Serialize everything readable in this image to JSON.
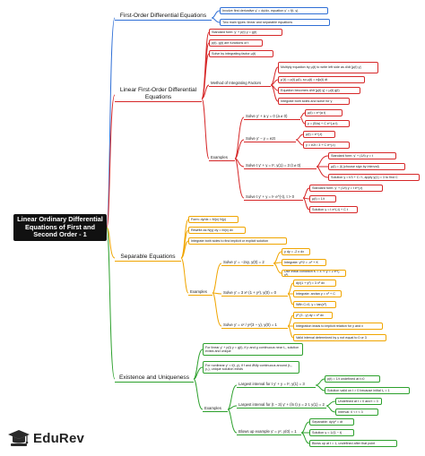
{
  "root": "Linear Ordinary Differential Equations of First and Second Order - 1",
  "brand": "EduRev",
  "colors": {
    "red": "#d62728",
    "blue": "#2f6fd6",
    "orange": "#f0a500",
    "green": "#2ca02c"
  },
  "first_order": {
    "title": "First-Order Differential Equations",
    "items": [
      "Involve first derivative y' = dy/dx, equation y' = f(t, y)",
      "Two main types: linear and separable equations"
    ]
  },
  "linear": {
    "title": "Linear First-Order Differential Equations",
    "items": [
      "Standard form: y' + p(t) y = g(t)",
      "p(t), g(t) are functions of t",
      "Solve by integrating factor μ(t)"
    ],
    "method": {
      "label": "Method of Integrating Factors",
      "steps": [
        "Multiply equation by μ(t) to write left side as d/dt [μ(t) y]",
        "μ'(t) = p(t) μ(t), so μ(t) = e∫p(t) dt",
        "Equation becomes d/dt [μ(t) y] = μ(t) g(t)",
        "Integrate both sides and solve for y"
      ]
    },
    "examples_label": "Examples",
    "examples": [
      {
        "label": "Solve y' + a y = 0 (a ≠ 0)",
        "items": [
          "μ(t) = e^(a t)",
          "y = (B/a) + C e^(-a t)"
        ]
      },
      {
        "label": "Solve y' − y = e2t",
        "items": [
          "μ(t) = e^(-t)",
          "y = e2t / 3 + C e^(-t)"
        ]
      },
      {
        "label": "Solve t y' + y = t², y(1) = 3 (t ≠ 0)",
        "items": [
          "Standard form: y' + (1/t) y = t",
          "μ(t) = |t| (choose sign by interval)",
          "Solution y = t/3 + C / t, apply y(1) = 3 to find C"
        ]
      },
      {
        "label": "Solve t y' + y = tⁿ e^(-t), t > 0",
        "items": [
          "Standard form: y' + (1/t) y = t e^(-t)",
          "μ(t) = 1/t",
          "Solution y = t e^(-t) + C t"
        ]
      }
    ]
  },
  "separable": {
    "title": "Separable Equations",
    "items": [
      "Form: dy/dx = M(x) N(y)",
      "Rewrite as N(y) dy = M(x) dx",
      "Integrate both sides to find implicit or explicit solution"
    ],
    "examples_label": "Examples",
    "examples": [
      {
        "label": "Solve y' = −2xy, y(0) = 2",
        "items": [
          "y dy = -2 x dx",
          "Integrate: y²/2 = -x² + K",
          "Use initial condition K = 4 ⇒ y = 2 e^(-x²)"
        ]
      },
      {
        "label": "Solve y' = 3 x² (1 + y²), y(0) = 0",
        "items": [
          "dy/(1 + y²) = 3 x² dx",
          "Integrate: arctan y = x³ + C",
          "With C=0, y = tan(x³)"
        ]
      },
      {
        "label": "Solve y' = x² / y²(3 − y), y(0) = 1",
        "items": [
          "y² (3 - y) dy = x² dx",
          "Integration leads to implicit relation for y and x",
          "Valid interval determined by y not equal to 0 or 3"
        ]
      }
    ]
  },
  "existence": {
    "title": "Existence and Uniqueness",
    "items": [
      "For linear y' + p(t) y = g(t), if p and g continuous near t₀, solution exists and unique",
      "For nonlinear y' = f(t, y), if f and ∂f/∂y continuous around (t₀, y₀), unique solution exists"
    ],
    "examples_label": "Examples",
    "examples": [
      {
        "label": "Largest interval for t y' + y = t², y(1) = 3",
        "items": [
          "p(t) = 1/t undefined at t=0",
          "Solution valid on t > 0 because initial t₀ = 1"
        ]
      },
      {
        "label": "Largest interval for (t − 3) y' + (ln t) y = 2 t, y(1) = 2",
        "items": [
          "Undefined at t = 0 and t = 3",
          "Interval: 0 < t < 3"
        ]
      },
      {
        "label": "Blows up example y' = y², y(0) = 1",
        "items": [
          "Separable: dy/y² = dt",
          "Solution y = 1/(1 − t)",
          "Blows up at t = 1, undefined after that point"
        ]
      }
    ]
  }
}
